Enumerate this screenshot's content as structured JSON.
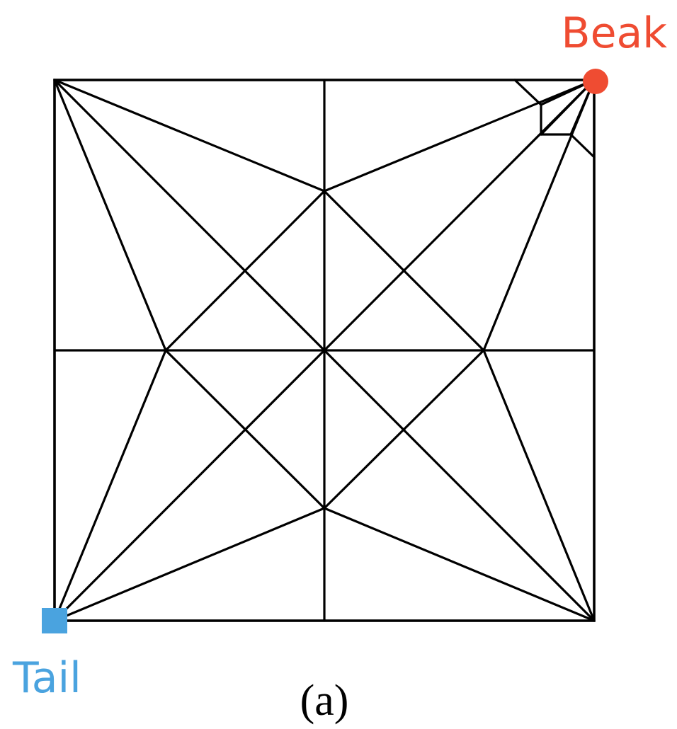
{
  "labels": {
    "beak": "Beak",
    "tail": "Tail",
    "caption": "(a)"
  },
  "colors": {
    "beak": "#ef4c32",
    "tail": "#4aa3df",
    "line": "#000000"
  }
}
